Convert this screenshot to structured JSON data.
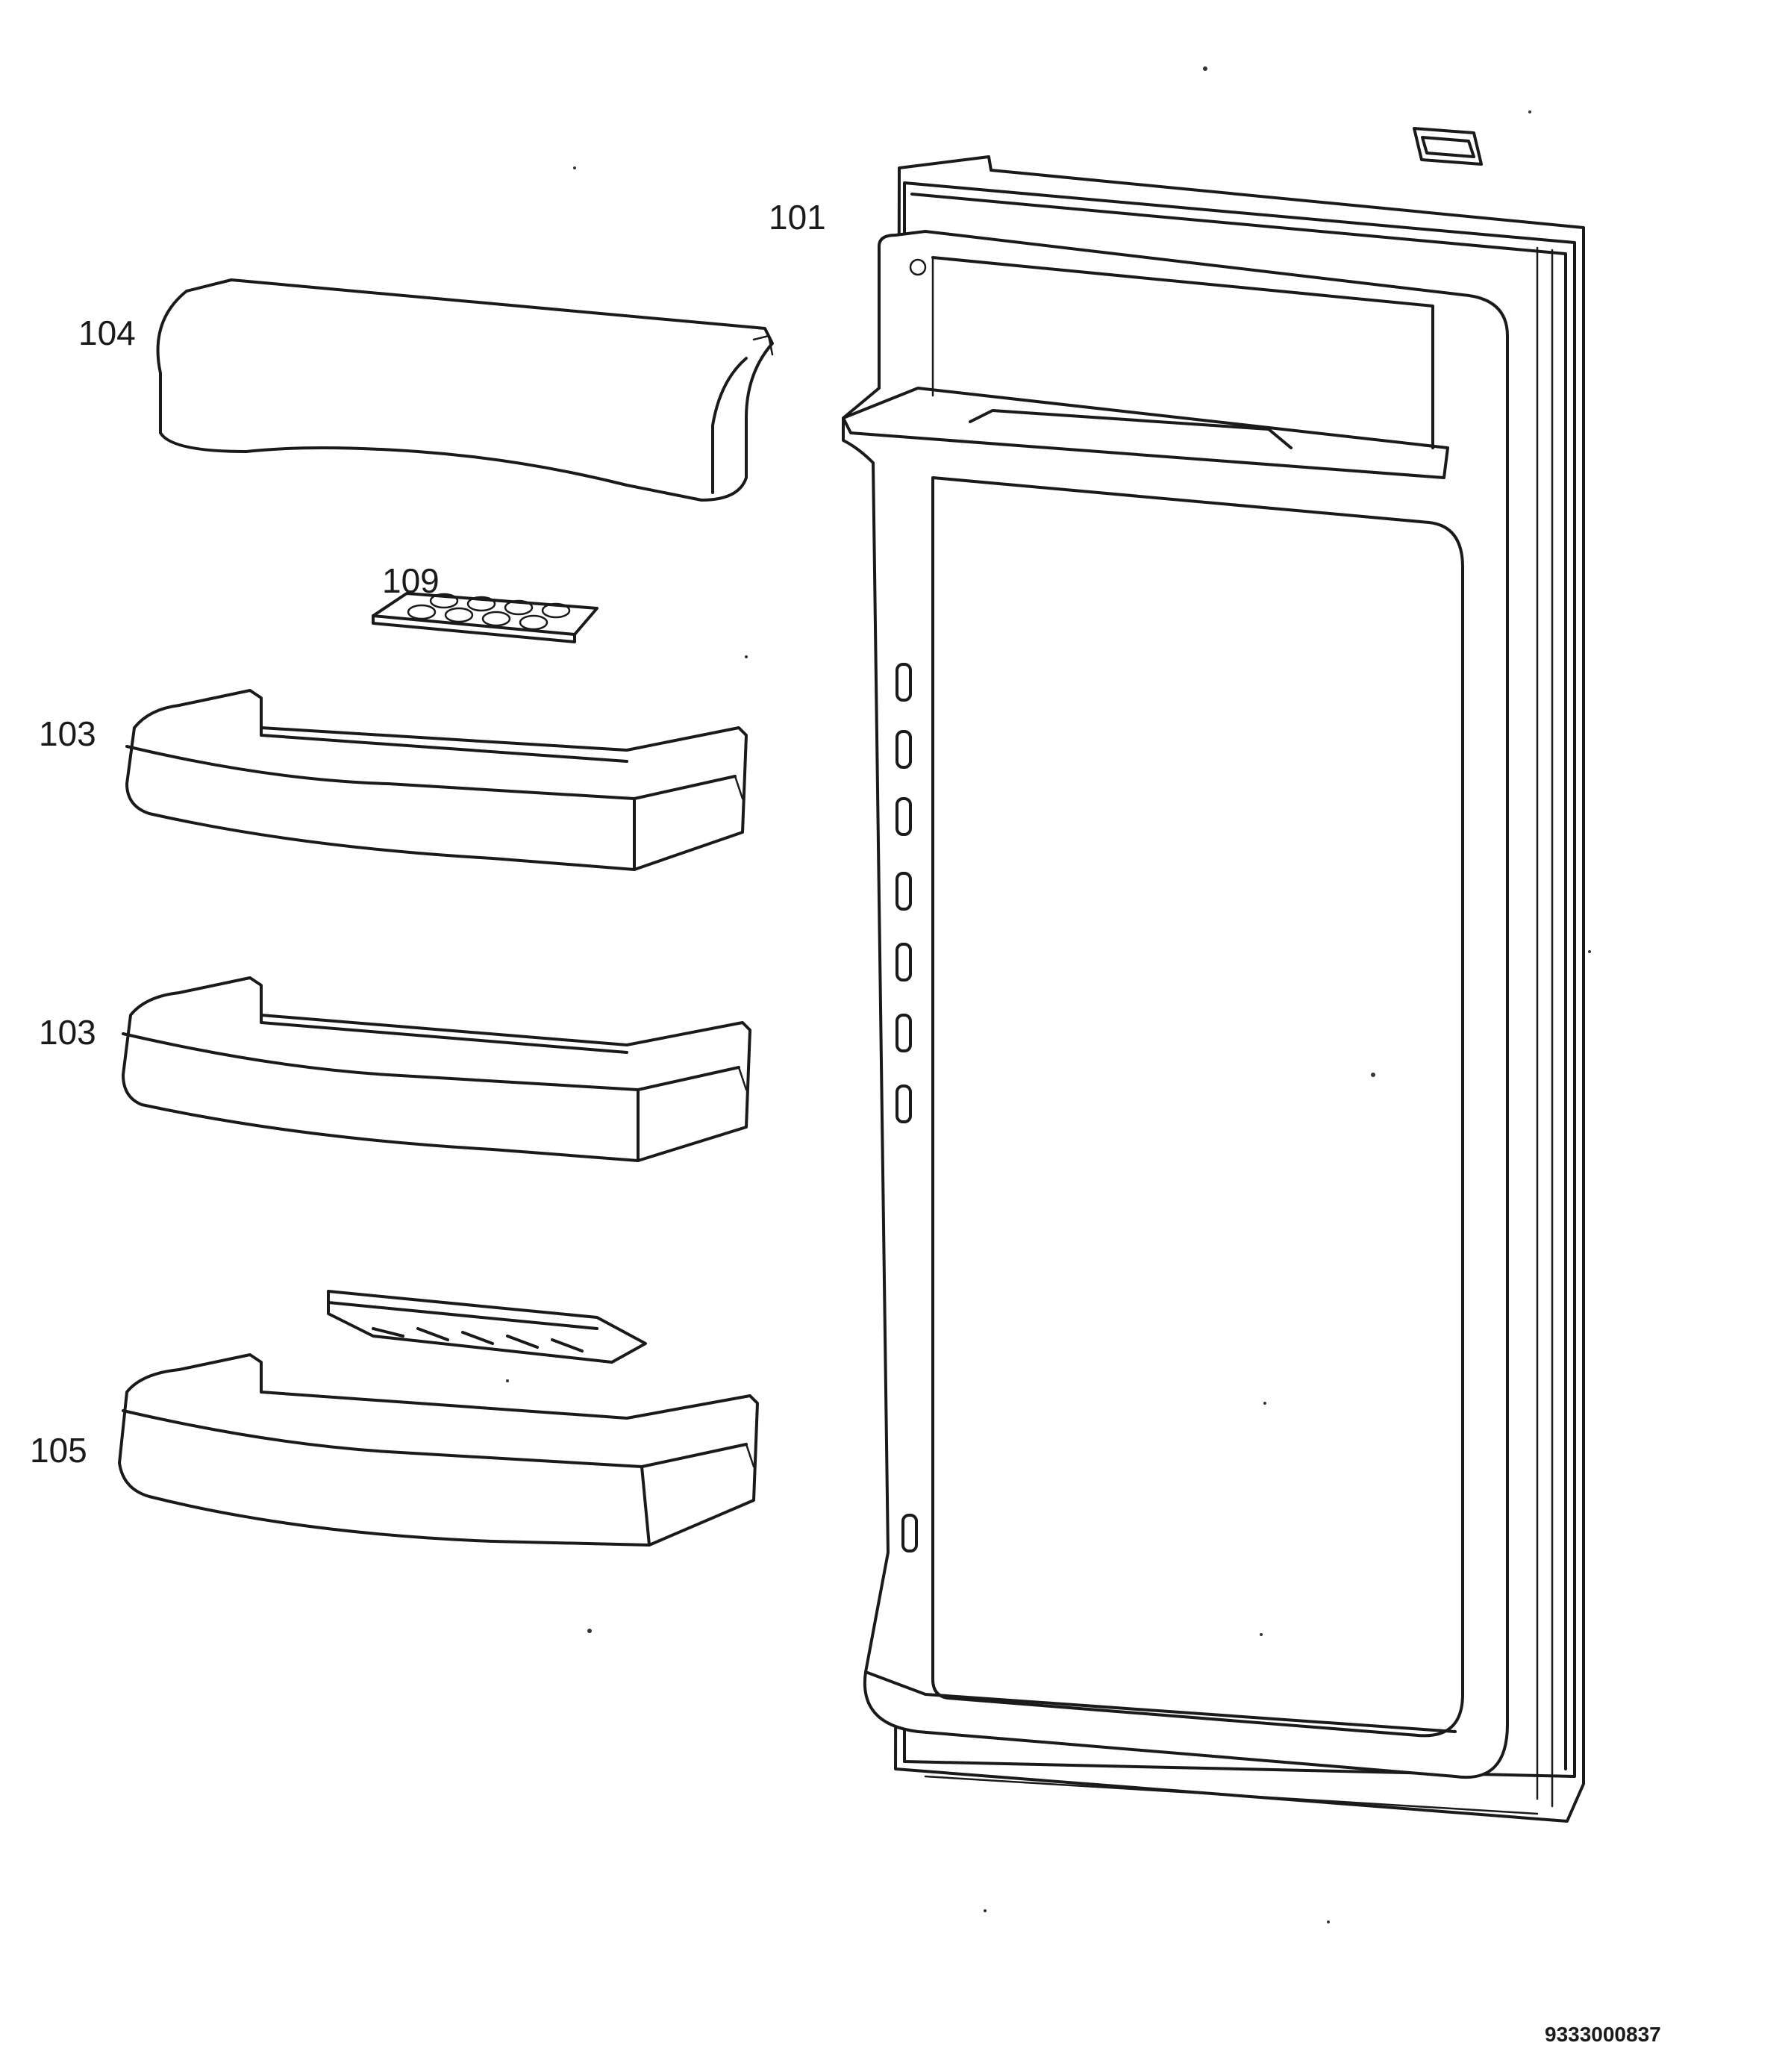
{
  "diagram": {
    "parts": [
      {
        "id": "door",
        "label": "101"
      },
      {
        "id": "dairy-compartment-cover",
        "label": "104"
      },
      {
        "id": "egg-tray",
        "label": "109"
      },
      {
        "id": "door-shelf-upper",
        "label": "103"
      },
      {
        "id": "door-shelf-middle",
        "label": "103"
      },
      {
        "id": "bottle-shelf",
        "label": "105"
      }
    ],
    "drawing_number": "9333000837"
  }
}
